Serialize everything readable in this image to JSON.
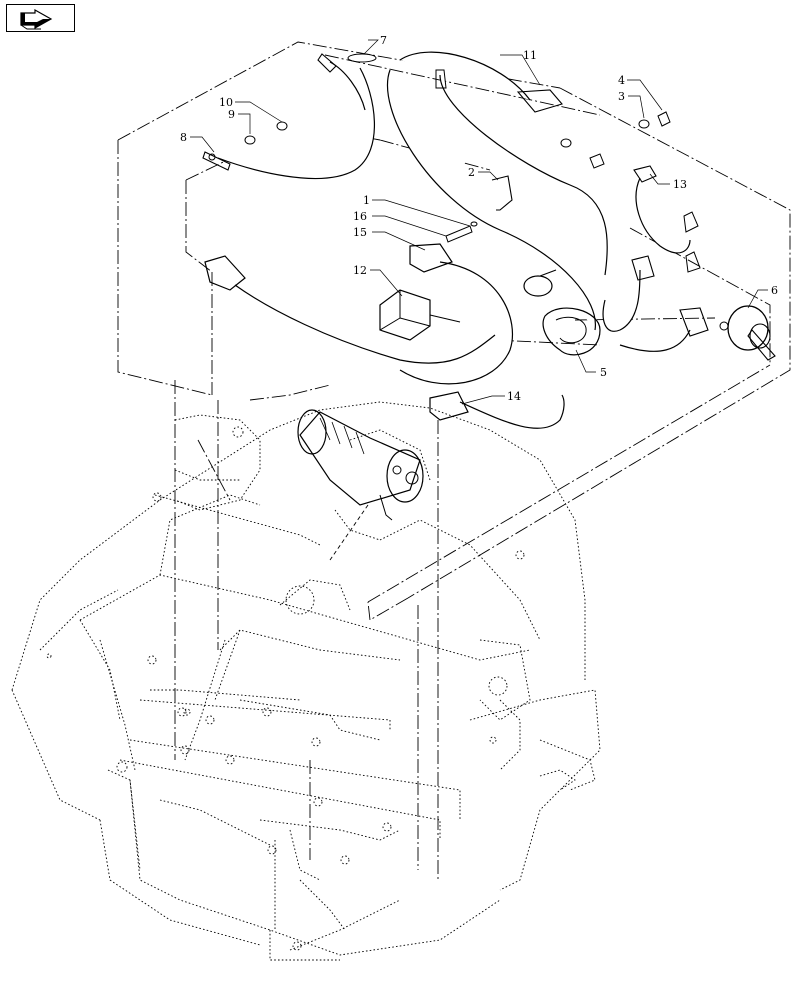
{
  "diagram": {
    "nav_icon": "return-arrow-icon",
    "callouts": [
      {
        "id": "c1",
        "text": "1"
      },
      {
        "id": "c2",
        "text": "2"
      },
      {
        "id": "c3",
        "text": "3"
      },
      {
        "id": "c4",
        "text": "4"
      },
      {
        "id": "c5",
        "text": "5"
      },
      {
        "id": "c6",
        "text": "6"
      },
      {
        "id": "c7",
        "text": "7"
      },
      {
        "id": "c8",
        "text": "8"
      },
      {
        "id": "c9",
        "text": "9"
      },
      {
        "id": "c10",
        "text": "10"
      },
      {
        "id": "c11",
        "text": "11"
      },
      {
        "id": "c12",
        "text": "12"
      },
      {
        "id": "c13",
        "text": "13"
      },
      {
        "id": "c14",
        "text": "14"
      },
      {
        "id": "c15",
        "text": "15"
      },
      {
        "id": "c16",
        "text": "16"
      }
    ]
  }
}
